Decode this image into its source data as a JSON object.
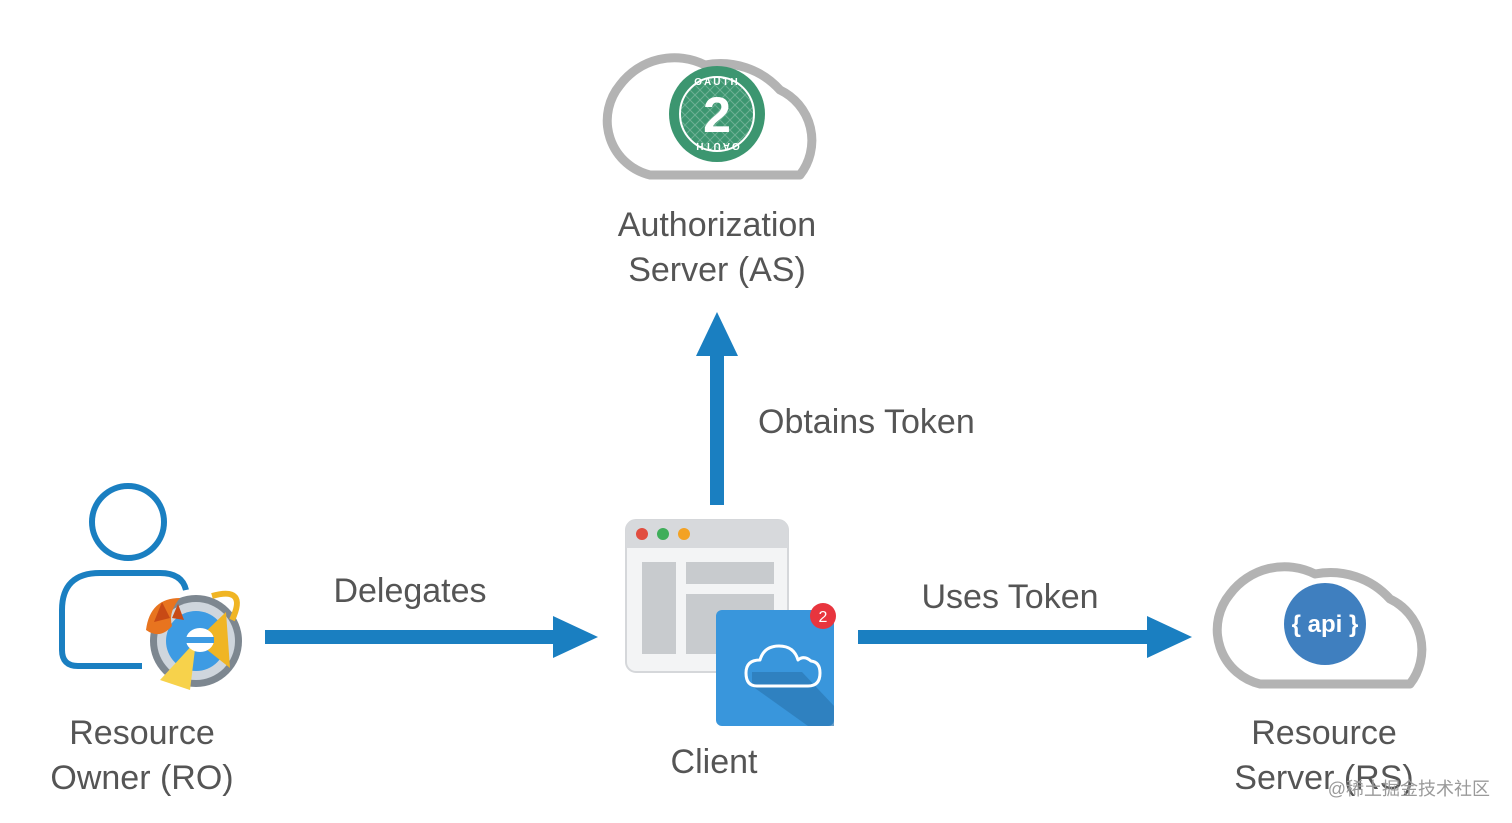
{
  "nodes": {
    "authorization_server": {
      "line1": "Authorization",
      "line2": "Server (AS)"
    },
    "resource_owner": {
      "line1": "Resource",
      "line2": "Owner (RO)"
    },
    "client": {
      "label": "Client"
    },
    "resource_server": {
      "line1": "Resource",
      "line2": "Server (RS)"
    }
  },
  "edges": {
    "obtains_token": "Obtains Token",
    "delegates": "Delegates",
    "uses_token": "Uses Token"
  },
  "badges": {
    "oauth_ring_text": "OAUTH",
    "oauth_number": "2",
    "notification_count": "2",
    "api_label": "{ api }"
  },
  "watermark": "@稀土掘金技术社区",
  "colors": {
    "arrow_blue": "#1a7fc1",
    "cloud_gray": "#b3b3b3",
    "oauth_green": "#3c9670",
    "api_blue": "#3f7fbf",
    "app_icon_blue": "#3996dc",
    "text_gray": "#555555"
  }
}
